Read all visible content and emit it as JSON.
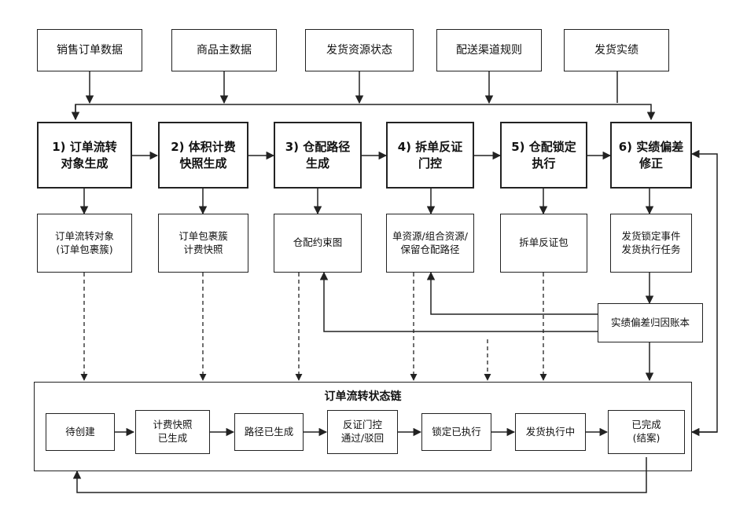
{
  "inputs": [
    "销售订单数据",
    "商品主数据",
    "发货资源状态",
    "配送渠道规则",
    "发货实绩"
  ],
  "processes": [
    {
      "line1": "1) 订单流转",
      "line2": "对象生成"
    },
    {
      "line1": "2) 体积计费",
      "line2": "快照生成"
    },
    {
      "line1": "3) 仓配路径",
      "line2": "生成"
    },
    {
      "line1": "4) 拆单反证",
      "line2": "门控"
    },
    {
      "line1": "5) 仓配锁定",
      "line2": "执行"
    },
    {
      "line1": "6) 实绩偏差",
      "line2": "修正"
    }
  ],
  "outputs": [
    {
      "line1": "订单流转对象",
      "line2": "(订单包裹簇)"
    },
    {
      "line1": "订单包裹簇",
      "line2": "计费快照"
    },
    {
      "line1": "仓配约束图",
      "line2": ""
    },
    {
      "line1": "单资源/组合资源/",
      "line2": "保留仓配路径"
    },
    {
      "line1": "拆单反证包",
      "line2": ""
    },
    {
      "line1": "发货锁定事件",
      "line2": "发货执行任务"
    }
  ],
  "ledger": "实绩偏差归因账本",
  "chain": {
    "title": "订单流转状态链",
    "states": [
      {
        "line1": "待创建",
        "line2": ""
      },
      {
        "line1": "计费快照",
        "line2": "已生成"
      },
      {
        "line1": "路径已生成",
        "line2": ""
      },
      {
        "line1": "反证门控",
        "line2": "通过/驳回"
      },
      {
        "line1": "锁定已执行",
        "line2": ""
      },
      {
        "line1": "发货执行中",
        "line2": ""
      },
      {
        "line1": "已完成",
        "line2": "(结案)"
      }
    ]
  }
}
